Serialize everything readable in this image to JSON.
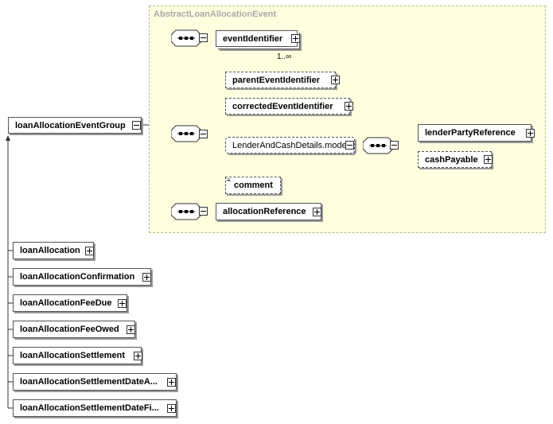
{
  "group": {
    "title": "AbstractLoanAllocationEvent"
  },
  "root": {
    "label": "loanAllocationEventGroup"
  },
  "sequence_top": {
    "element": "eventIdentifier",
    "multiplicity": "1..∞"
  },
  "choice_middle": {
    "items": [
      {
        "label": "parentEventIdentifier"
      },
      {
        "label": "correctedEventIdentifier"
      },
      {
        "label": "LenderAndCashDetails.model"
      },
      {
        "label": "comment"
      }
    ]
  },
  "model_sequence": {
    "items": [
      {
        "label": "lenderPartyReference"
      },
      {
        "label": "cashPayable"
      }
    ]
  },
  "sequence_bottom": {
    "element": "allocationReference"
  },
  "derived": [
    {
      "label": "loanAllocation"
    },
    {
      "label": "loanAllocationConfirmation"
    },
    {
      "label": "loanAllocationFeeDue"
    },
    {
      "label": "loanAllocationFeeOwed"
    },
    {
      "label": "loanAllocationSettlement"
    },
    {
      "label": "loanAllocationSettlementDateA..."
    },
    {
      "label": "loanAllocationSettlementDateFi..."
    }
  ]
}
